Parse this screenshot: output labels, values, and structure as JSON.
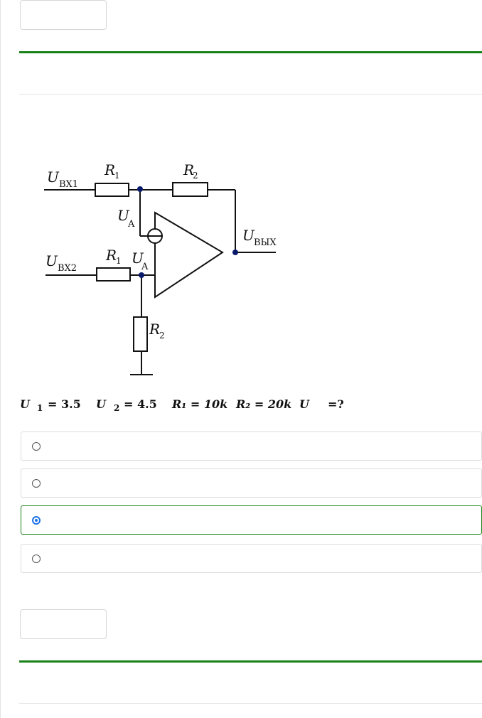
{
  "question": {
    "formula": {
      "u": "U",
      "sub1": "1",
      "eq1": "= 3.5",
      "sub2": "2",
      "eq2": "= 4.5",
      "r1": "R₁ = 10k",
      "r2": "R₂ = 20k",
      "tail": "=?"
    },
    "circuit_labels": {
      "uin1": "U",
      "uin1_sub": "ВХ1",
      "uin2": "U",
      "uin2_sub": "ВХ2",
      "r1": "R",
      "r1_sub": "1",
      "r2": "R",
      "r2_sub": "2",
      "ua": "U",
      "ua_sub": "A",
      "uout": "U",
      "uout_sub": "ВЫХ"
    },
    "options": [
      {
        "selected": false
      },
      {
        "selected": false
      },
      {
        "selected": true
      },
      {
        "selected": false
      }
    ]
  },
  "colors": {
    "accent_green": "#188218",
    "radio_blue": "#1a73e8"
  }
}
